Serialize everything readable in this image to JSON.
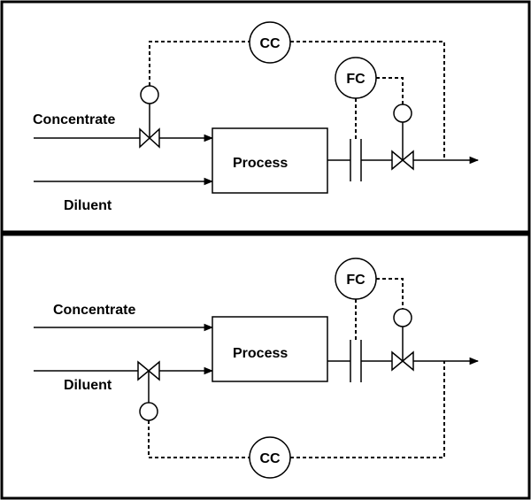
{
  "top_panel": {
    "concentrate_label": "Concentrate",
    "diluent_label": "Diluent",
    "process_label": "Process",
    "cc_label": "CC",
    "fc_label": "FC"
  },
  "bottom_panel": {
    "concentrate_label": "Concentrate",
    "diluent_label": "Diluent",
    "process_label": "Process",
    "cc_label": "CC",
    "fc_label": "FC"
  }
}
